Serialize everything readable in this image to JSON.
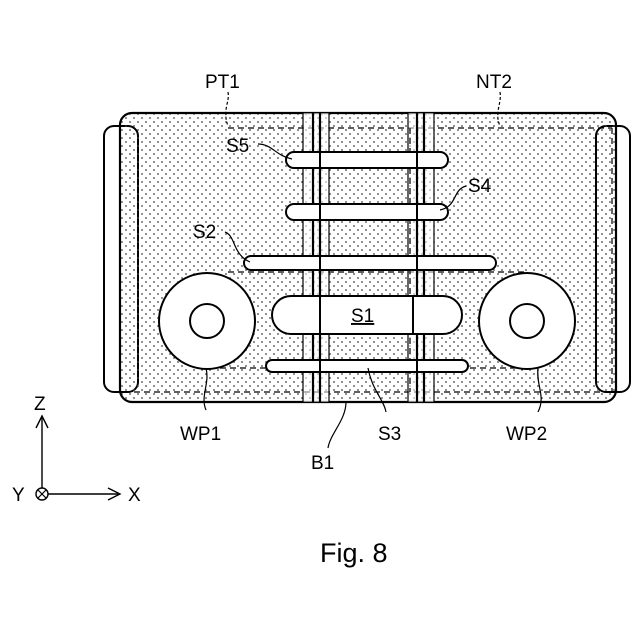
{
  "figure": {
    "caption": "Fig. 8",
    "labels": {
      "pt1": "PT1",
      "nt2": "NT2",
      "s5": "S5",
      "s4": "S4",
      "s2": "S2",
      "s1": "S1",
      "s3": "S3",
      "wp1": "WP1",
      "wp2": "WP2",
      "b1": "B1"
    },
    "axes": {
      "z": "Z",
      "y": "Y",
      "x": "X"
    }
  },
  "colors": {
    "line": "#000000",
    "background": "#ffffff",
    "stipple": "#444444"
  }
}
